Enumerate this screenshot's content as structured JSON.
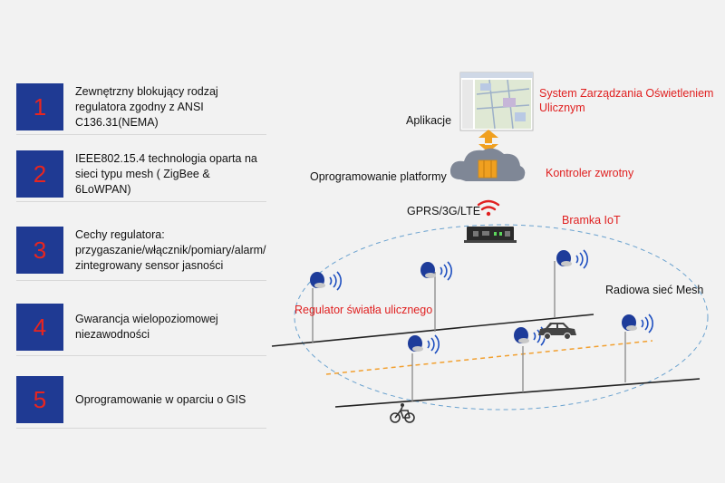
{
  "features": [
    {
      "number": "1",
      "text": [
        "Zewnętrzny blokujący rodzaj",
        "regulatora zgodny z  ANSI",
        "C136.31(NEMA)"
      ]
    },
    {
      "number": "2",
      "text": [
        "IEEE802.15.4 technologia oparta na",
        "sieci typu  mesh ( ZigBee & 6LoWPAN)"
      ]
    },
    {
      "number": "3",
      "text": [
        "Cechy regulatora:",
        "przygaszanie/włącznik/pomiary/alarm/",
        "zintegrowany sensor jasności"
      ]
    },
    {
      "number": "4",
      "text": [
        "Gwarancja wielopoziomowej",
        "niezawodności"
      ]
    },
    {
      "number": "5",
      "text": [
        "Oprogramowanie w oparciu o GIS"
      ]
    }
  ],
  "diagram": {
    "applications_label": "Aplikacje",
    "cms_label": "System Zarządzania Oświetleniem Ulicznym",
    "platform_label": "Oprogramowanie platformy",
    "controller_label": "Kontroler zwrotny",
    "network_label": "GPRS/3G/LTE",
    "gateway_label": "Bramka  IoT",
    "mesh_label": "Radiowa sieć Mesh",
    "regulator_label": "Regulator światła ulicznego"
  },
  "colors": {
    "number_box": "#1f3a93",
    "number_text": "#e8251f",
    "red_label": "#e02020",
    "arrow": "#f0a020",
    "regulator": "#1e3c9a",
    "signal": "#1e4fc0",
    "wifi": "#e02020",
    "mesh_ellipse": "#6aa2cf",
    "orange_dashed": "#f2a030"
  },
  "icons": [
    "screenshot-map-icon",
    "double-arrow-icon",
    "cloud-server-icon",
    "wifi-icon",
    "gateway-icon",
    "regulator-icon",
    "car-icon",
    "bicycle-icon"
  ]
}
